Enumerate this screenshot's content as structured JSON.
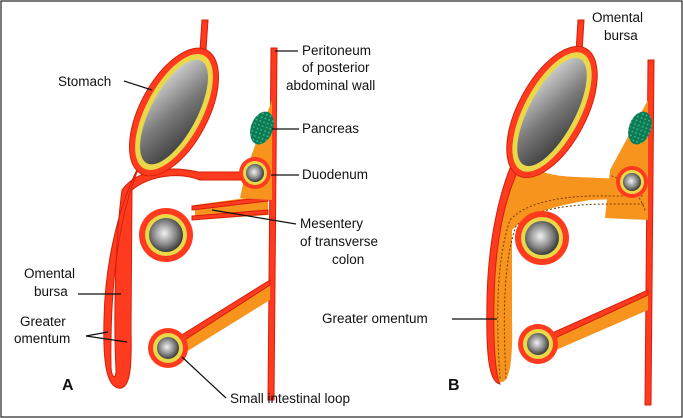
{
  "panels": {
    "a": {
      "letter": "A",
      "labels": {
        "stomach": "Stomach",
        "peritoneum_l1": "Peritoneum",
        "peritoneum_l2": "of posterior",
        "peritoneum_l3": "abdominal wall",
        "pancreas": "Pancreas",
        "duodenum": "Duodenum",
        "mesentery_l1": "Mesentery",
        "mesentery_l2": "of transverse",
        "mesentery_l3": "colon",
        "bursa_l1": "Omental",
        "bursa_l2": "bursa",
        "omentum_l1": "Greater",
        "omentum_l2": "omentum",
        "small_intestine": "Small intestinal loop"
      }
    },
    "b": {
      "letter": "B",
      "labels": {
        "bursa_l1": "Omental",
        "bursa_l2": "bursa",
        "greater_omentum": "Greater omentum"
      }
    }
  },
  "colors": {
    "peritoneum": "#ff3b1f",
    "fat": "#f7941d",
    "mucosa_ring": "#e8d84a",
    "pancreas": "#0b7a55",
    "lumen": "#6b6b6b"
  }
}
